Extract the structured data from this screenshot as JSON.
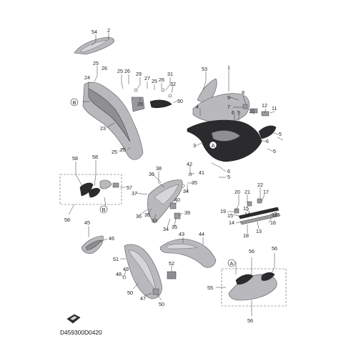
{
  "diagram": {
    "code": "D459300D0420",
    "callouts": [
      {
        "id": "c54",
        "text": "54"
      },
      {
        "id": "c2",
        "text": "2"
      },
      {
        "id": "c25a",
        "text": "25"
      },
      {
        "id": "c26a",
        "text": "26"
      },
      {
        "id": "c24",
        "text": "24"
      },
      {
        "id": "c25b",
        "text": "25"
      },
      {
        "id": "c26b",
        "text": "26"
      },
      {
        "id": "c29",
        "text": "29"
      },
      {
        "id": "c27",
        "text": "27"
      },
      {
        "id": "c31",
        "text": "31"
      },
      {
        "id": "c25c",
        "text": "25"
      },
      {
        "id": "c26c",
        "text": "26"
      },
      {
        "id": "c32",
        "text": "32"
      },
      {
        "id": "c30",
        "text": "30"
      },
      {
        "id": "c28",
        "text": "28"
      },
      {
        "id": "c23",
        "text": "23"
      },
      {
        "id": "c25d",
        "text": "25"
      },
      {
        "id": "c26d",
        "text": "26"
      },
      {
        "id": "c53",
        "text": "53"
      },
      {
        "id": "c1",
        "text": "1"
      },
      {
        "id": "c9",
        "text": "9"
      },
      {
        "id": "c8",
        "text": "8"
      },
      {
        "id": "c7",
        "text": "7"
      },
      {
        "id": "c10",
        "text": "10"
      },
      {
        "id": "c12",
        "text": "12"
      },
      {
        "id": "c11",
        "text": "11"
      },
      {
        "id": "c4",
        "text": "4"
      },
      {
        "id": "c6a",
        "text": "6"
      },
      {
        "id": "c5a",
        "text": "5"
      },
      {
        "id": "c5b",
        "text": "5"
      },
      {
        "id": "c6b",
        "text": "6"
      },
      {
        "id": "c5c",
        "text": "5"
      },
      {
        "id": "c3",
        "text": "3"
      },
      {
        "id": "c6c",
        "text": "6"
      },
      {
        "id": "c5d",
        "text": "5"
      },
      {
        "id": "c58a",
        "text": "58"
      },
      {
        "id": "c58b",
        "text": "58"
      },
      {
        "id": "c57",
        "text": "57"
      },
      {
        "id": "c58c",
        "text": "58"
      },
      {
        "id": "c38",
        "text": "38"
      },
      {
        "id": "c36a",
        "text": "36"
      },
      {
        "id": "c42",
        "text": "42"
      },
      {
        "id": "c41",
        "text": "41"
      },
      {
        "id": "c37",
        "text": "37"
      },
      {
        "id": "c34a",
        "text": "34"
      },
      {
        "id": "c35a",
        "text": "35"
      },
      {
        "id": "c40",
        "text": "40"
      },
      {
        "id": "c39",
        "text": "39"
      },
      {
        "id": "c36b",
        "text": "36"
      },
      {
        "id": "c38b",
        "text": "38"
      },
      {
        "id": "c33",
        "text": "33"
      },
      {
        "id": "c34b",
        "text": "34"
      },
      {
        "id": "c35b",
        "text": "35"
      },
      {
        "id": "c20",
        "text": "20"
      },
      {
        "id": "c21",
        "text": "21"
      },
      {
        "id": "c22",
        "text": "22"
      },
      {
        "id": "c17",
        "text": "17"
      },
      {
        "id": "c19",
        "text": "19"
      },
      {
        "id": "c15a",
        "text": "15"
      },
      {
        "id": "c15b",
        "text": "15"
      },
      {
        "id": "c14a",
        "text": "14"
      },
      {
        "id": "c18a",
        "text": "18"
      },
      {
        "id": "c14b",
        "text": "14"
      },
      {
        "id": "c16",
        "text": "16"
      },
      {
        "id": "c18b",
        "text": "18"
      },
      {
        "id": "c13",
        "text": "13"
      },
      {
        "id": "c45",
        "text": "45"
      },
      {
        "id": "c46",
        "text": "46"
      },
      {
        "id": "c43",
        "text": "43"
      },
      {
        "id": "c44",
        "text": "44"
      },
      {
        "id": "c51",
        "text": "51"
      },
      {
        "id": "c52",
        "text": "52"
      },
      {
        "id": "c48",
        "text": "48"
      },
      {
        "id": "c49",
        "text": "49"
      },
      {
        "id": "c50a",
        "text": "50"
      },
      {
        "id": "c47",
        "text": "47"
      },
      {
        "id": "c50b",
        "text": "50"
      },
      {
        "id": "c56a",
        "text": "56"
      },
      {
        "id": "c56b",
        "text": "56"
      },
      {
        "id": "c55",
        "text": "55"
      },
      {
        "id": "c56c",
        "text": "56"
      }
    ],
    "refs": [
      {
        "id": "rB1",
        "text": "B"
      },
      {
        "id": "rB2",
        "text": "B"
      },
      {
        "id": "rA1",
        "text": "A"
      },
      {
        "id": "rA2",
        "text": "A"
      }
    ]
  }
}
